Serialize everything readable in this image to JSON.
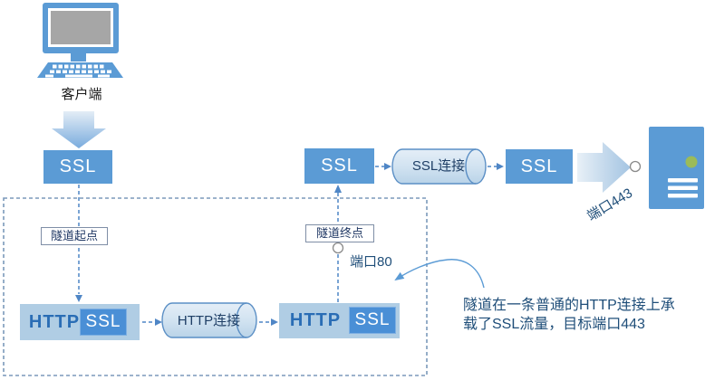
{
  "client": {
    "label": "客户端"
  },
  "nodes": {
    "ssl_box_1": "SSL",
    "ssl_box_2": "SSL",
    "ssl_box_3": "SSL",
    "http_box_1": {
      "http_label": "HTTP",
      "ssl_label": "SSL"
    },
    "http_box_2": {
      "http_label": "HTTP",
      "ssl_label": "SSL"
    },
    "http_connection": "HTTP连接",
    "ssl_connection": "SSL连接"
  },
  "labels": {
    "tunnel_start": "隧道起点",
    "tunnel_end": "隧道终点",
    "port_80": "端口80",
    "port_443": "端口443"
  },
  "annotation": {
    "line1": "隧道在一条普通的HTTP连接上承",
    "line2": "载了SSL流量，目标端口443"
  },
  "icons": {
    "client_computer": "computer-icon",
    "server": "server-icon",
    "flow_down_arrow": "down-arrow-icon",
    "flow_right_arrow": "right-arrow-icon"
  },
  "colors": {
    "node_blue": "#5b9bd5",
    "inner_ssl_blue": "#4a8fd6",
    "http_box_light": "#b0cde4",
    "cylinder_fill": "#d9e8f4",
    "connector_blue": "#4f86c6",
    "tunnel_boundary": "#7b99bb",
    "text_navy": "#1f4e79",
    "server_green_dot": "#9bbb59",
    "screen_gray": "#a6a6a6"
  }
}
